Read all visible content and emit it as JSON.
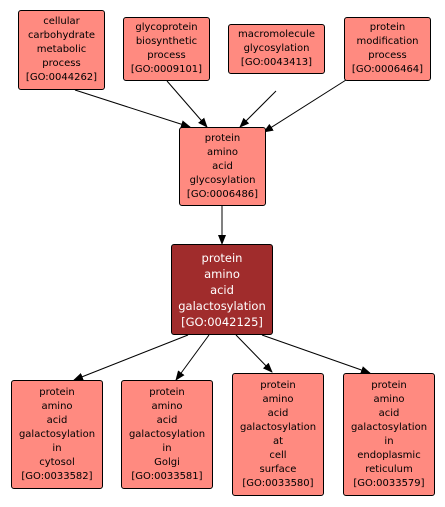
{
  "colors": {
    "node_fill": "#ff8a80",
    "focus_fill": "#a02c2c",
    "focus_text": "#ffffff",
    "border": "#000000",
    "edge": "#000000"
  },
  "nodes": {
    "go0044262": {
      "label": "cellular\ncarbohydrate\nmetabolic\nprocess\n[GO:0044262]"
    },
    "go0009101": {
      "label": "glycoprotein\nbiosynthetic\nprocess\n[GO:0009101]"
    },
    "go0043413": {
      "label": "macromolecule\nglycosylation\n[GO:0043413]"
    },
    "go0006464": {
      "label": "protein\nmodification\nprocess\n[GO:0006464]"
    },
    "go0006486": {
      "label": "protein\namino\nacid\nglycosylation\n[GO:0006486]"
    },
    "go0042125": {
      "label": "protein\namino\nacid\ngalactosylation\n[GO:0042125]"
    },
    "go0033582": {
      "label": "protein\namino\nacid\ngalactosylation\nin\ncytosol\n[GO:0033582]"
    },
    "go0033581": {
      "label": "protein\namino\nacid\ngalactosylation\nin\nGolgi\n[GO:0033581]"
    },
    "go0033580": {
      "label": "protein\namino\nacid\ngalactosylation\nat\ncell\nsurface\n[GO:0033580]"
    },
    "go0033579": {
      "label": "protein\namino\nacid\ngalactosylation\nin\nendoplasmic\nreticulum\n[GO:0033579]"
    }
  }
}
